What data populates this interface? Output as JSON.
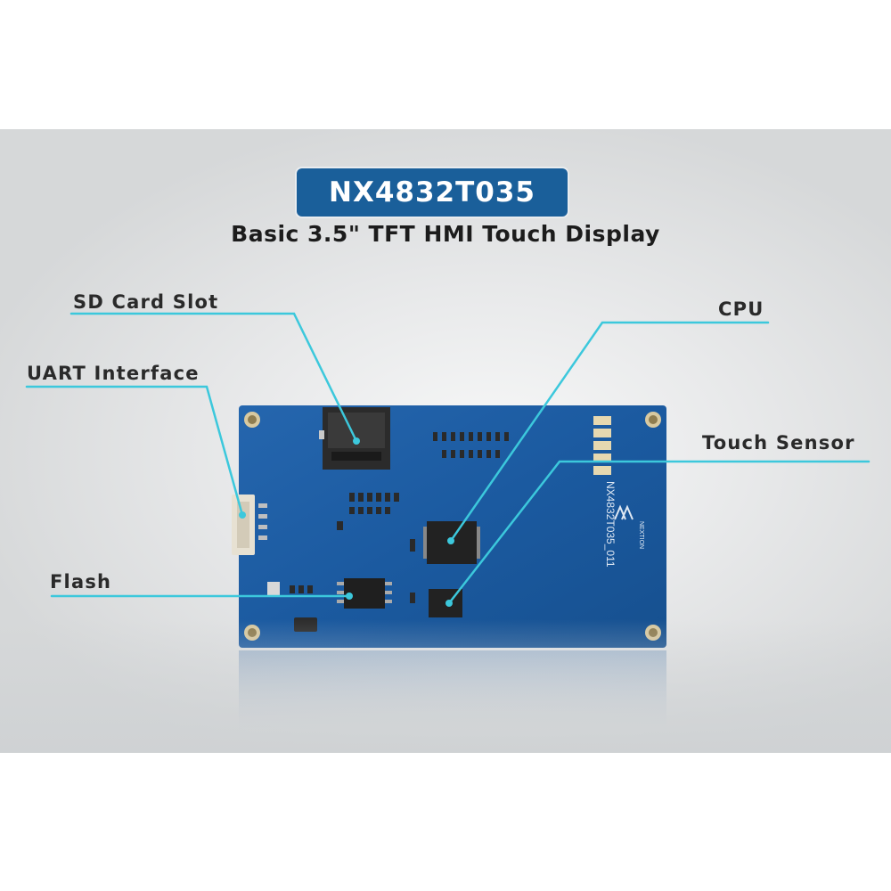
{
  "header": {
    "model": "NX4832T035",
    "subtitle": "Basic 3.5\" TFT HMI Touch Display"
  },
  "callouts": {
    "sd_card_slot": "SD Card Slot",
    "uart_interface": "UART Interface",
    "flash": "Flash",
    "cpu": "CPU",
    "touch_sensor": "Touch Sensor"
  },
  "board": {
    "silkscreen_model": "NX4832T035_011",
    "brand": "NEXTION"
  },
  "colors": {
    "pcb": "#1d5ea3",
    "badge": "#1a5f9a",
    "callout_line": "#3cc8dc"
  }
}
